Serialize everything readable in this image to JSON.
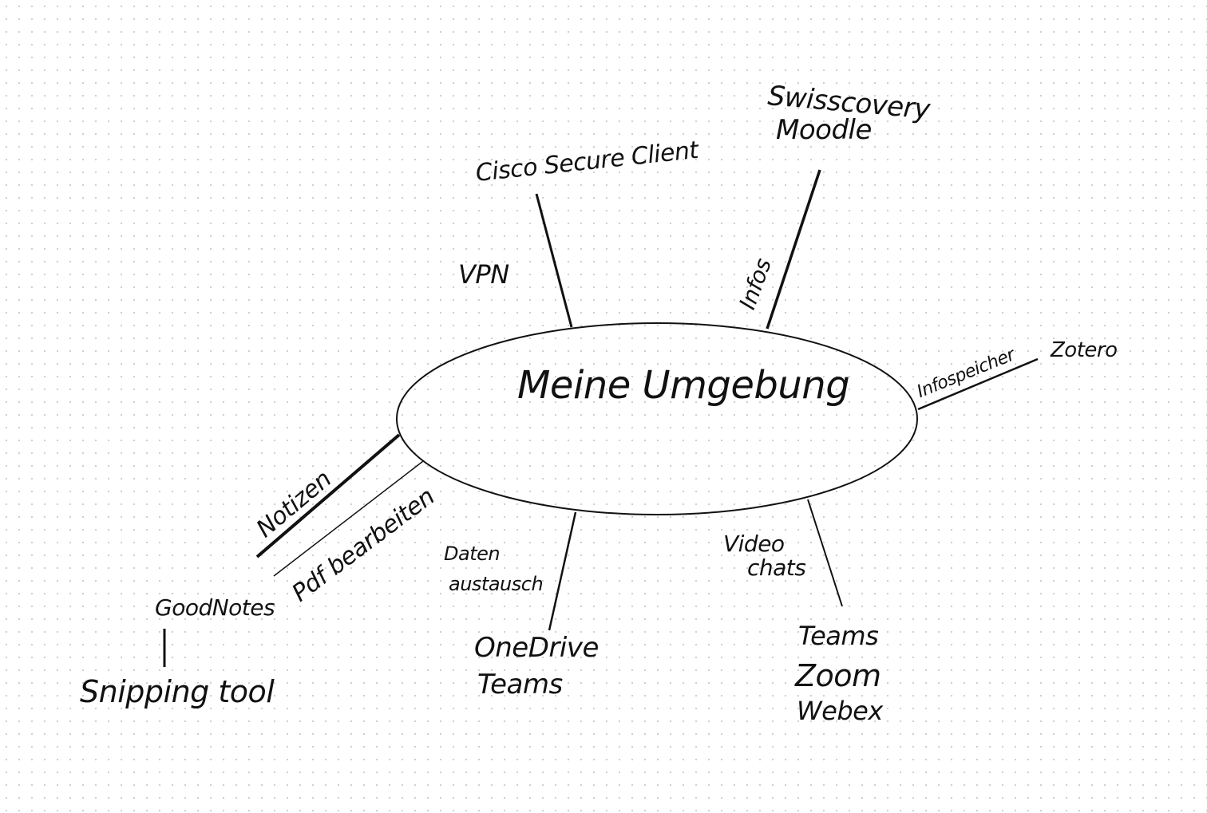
{
  "center": {
    "label": "Meine Umgebung"
  },
  "branches": {
    "vpn": {
      "edge_label": "VPN",
      "tools": [
        "Cisco Secure Client"
      ]
    },
    "infos": {
      "edge_label": "Infos",
      "tools": [
        "Swisscovery",
        "Moodle"
      ]
    },
    "infospeicher": {
      "edge_label": "Infospeicher",
      "tools": [
        "Zotero"
      ]
    },
    "notizen": {
      "edge_label": "Notizen",
      "tools": [
        "GoodNotes",
        "Snipping tool"
      ]
    },
    "pdf": {
      "edge_label": "Pdf bearbeiten"
    },
    "daten": {
      "edge_label_line1": "Daten",
      "edge_label_line2": "austausch",
      "tools": [
        "OneDrive",
        "Teams"
      ]
    },
    "video": {
      "edge_label_line1": "Video",
      "edge_label_line2": "chats",
      "tools": [
        "Teams",
        "Zoom",
        "Webex"
      ]
    }
  },
  "colors": {
    "ink": "#111111",
    "grid_dot": "#cfcfcf"
  }
}
